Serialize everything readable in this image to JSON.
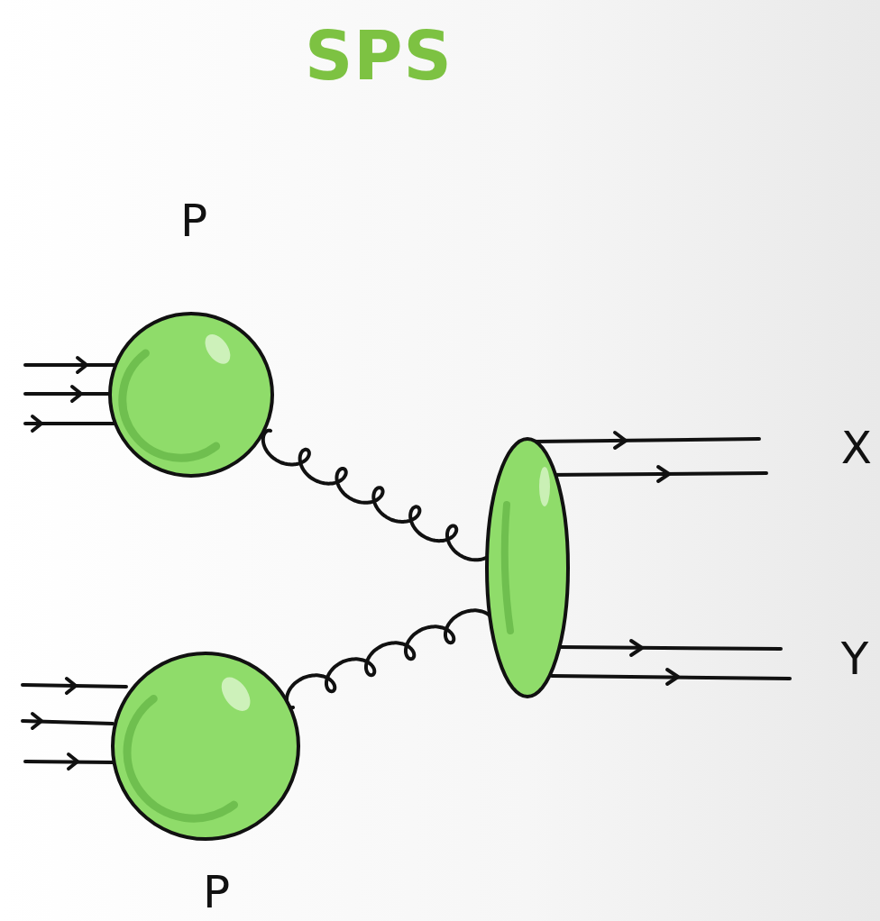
{
  "diagram": {
    "title": "SPS",
    "nodes": [
      {
        "text": [
          "P"
        ]
      },
      {
        "text": [
          "P"
        ]
      }
    ],
    "labels": [
      "X",
      "Y"
    ]
  }
}
